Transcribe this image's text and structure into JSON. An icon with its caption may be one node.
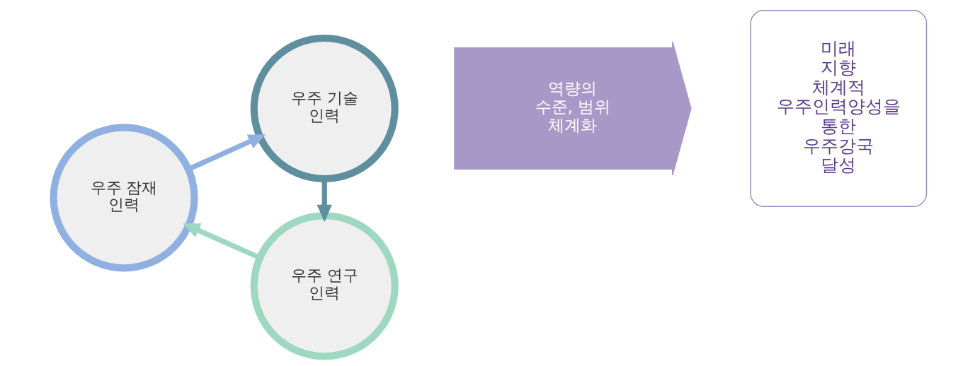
{
  "diagram": {
    "nodes": [
      {
        "text": [
          "우주 잠재 인력"
        ]
      },
      {
        "text": [
          "우주 기술 인력"
        ]
      },
      {
        "text": [
          "우주 연구 인력"
        ]
      },
      {
        "text": [
          "역량의 수준, 범위 체계화"
        ]
      },
      {
        "text": [
          "미래 지향 체계적 우주인력양성을 통한 우주강국 달성"
        ]
      }
    ],
    "edges": [
      {
        "from": 0,
        "to": 1,
        "arrow": "to",
        "color": "#8fb0e0"
      },
      {
        "from": 1,
        "to": 2,
        "arrow": "to",
        "color": "#5f8f9e"
      },
      {
        "from": 2,
        "to": 0,
        "arrow": "to",
        "color": "#9fd8c0"
      }
    ]
  }
}
